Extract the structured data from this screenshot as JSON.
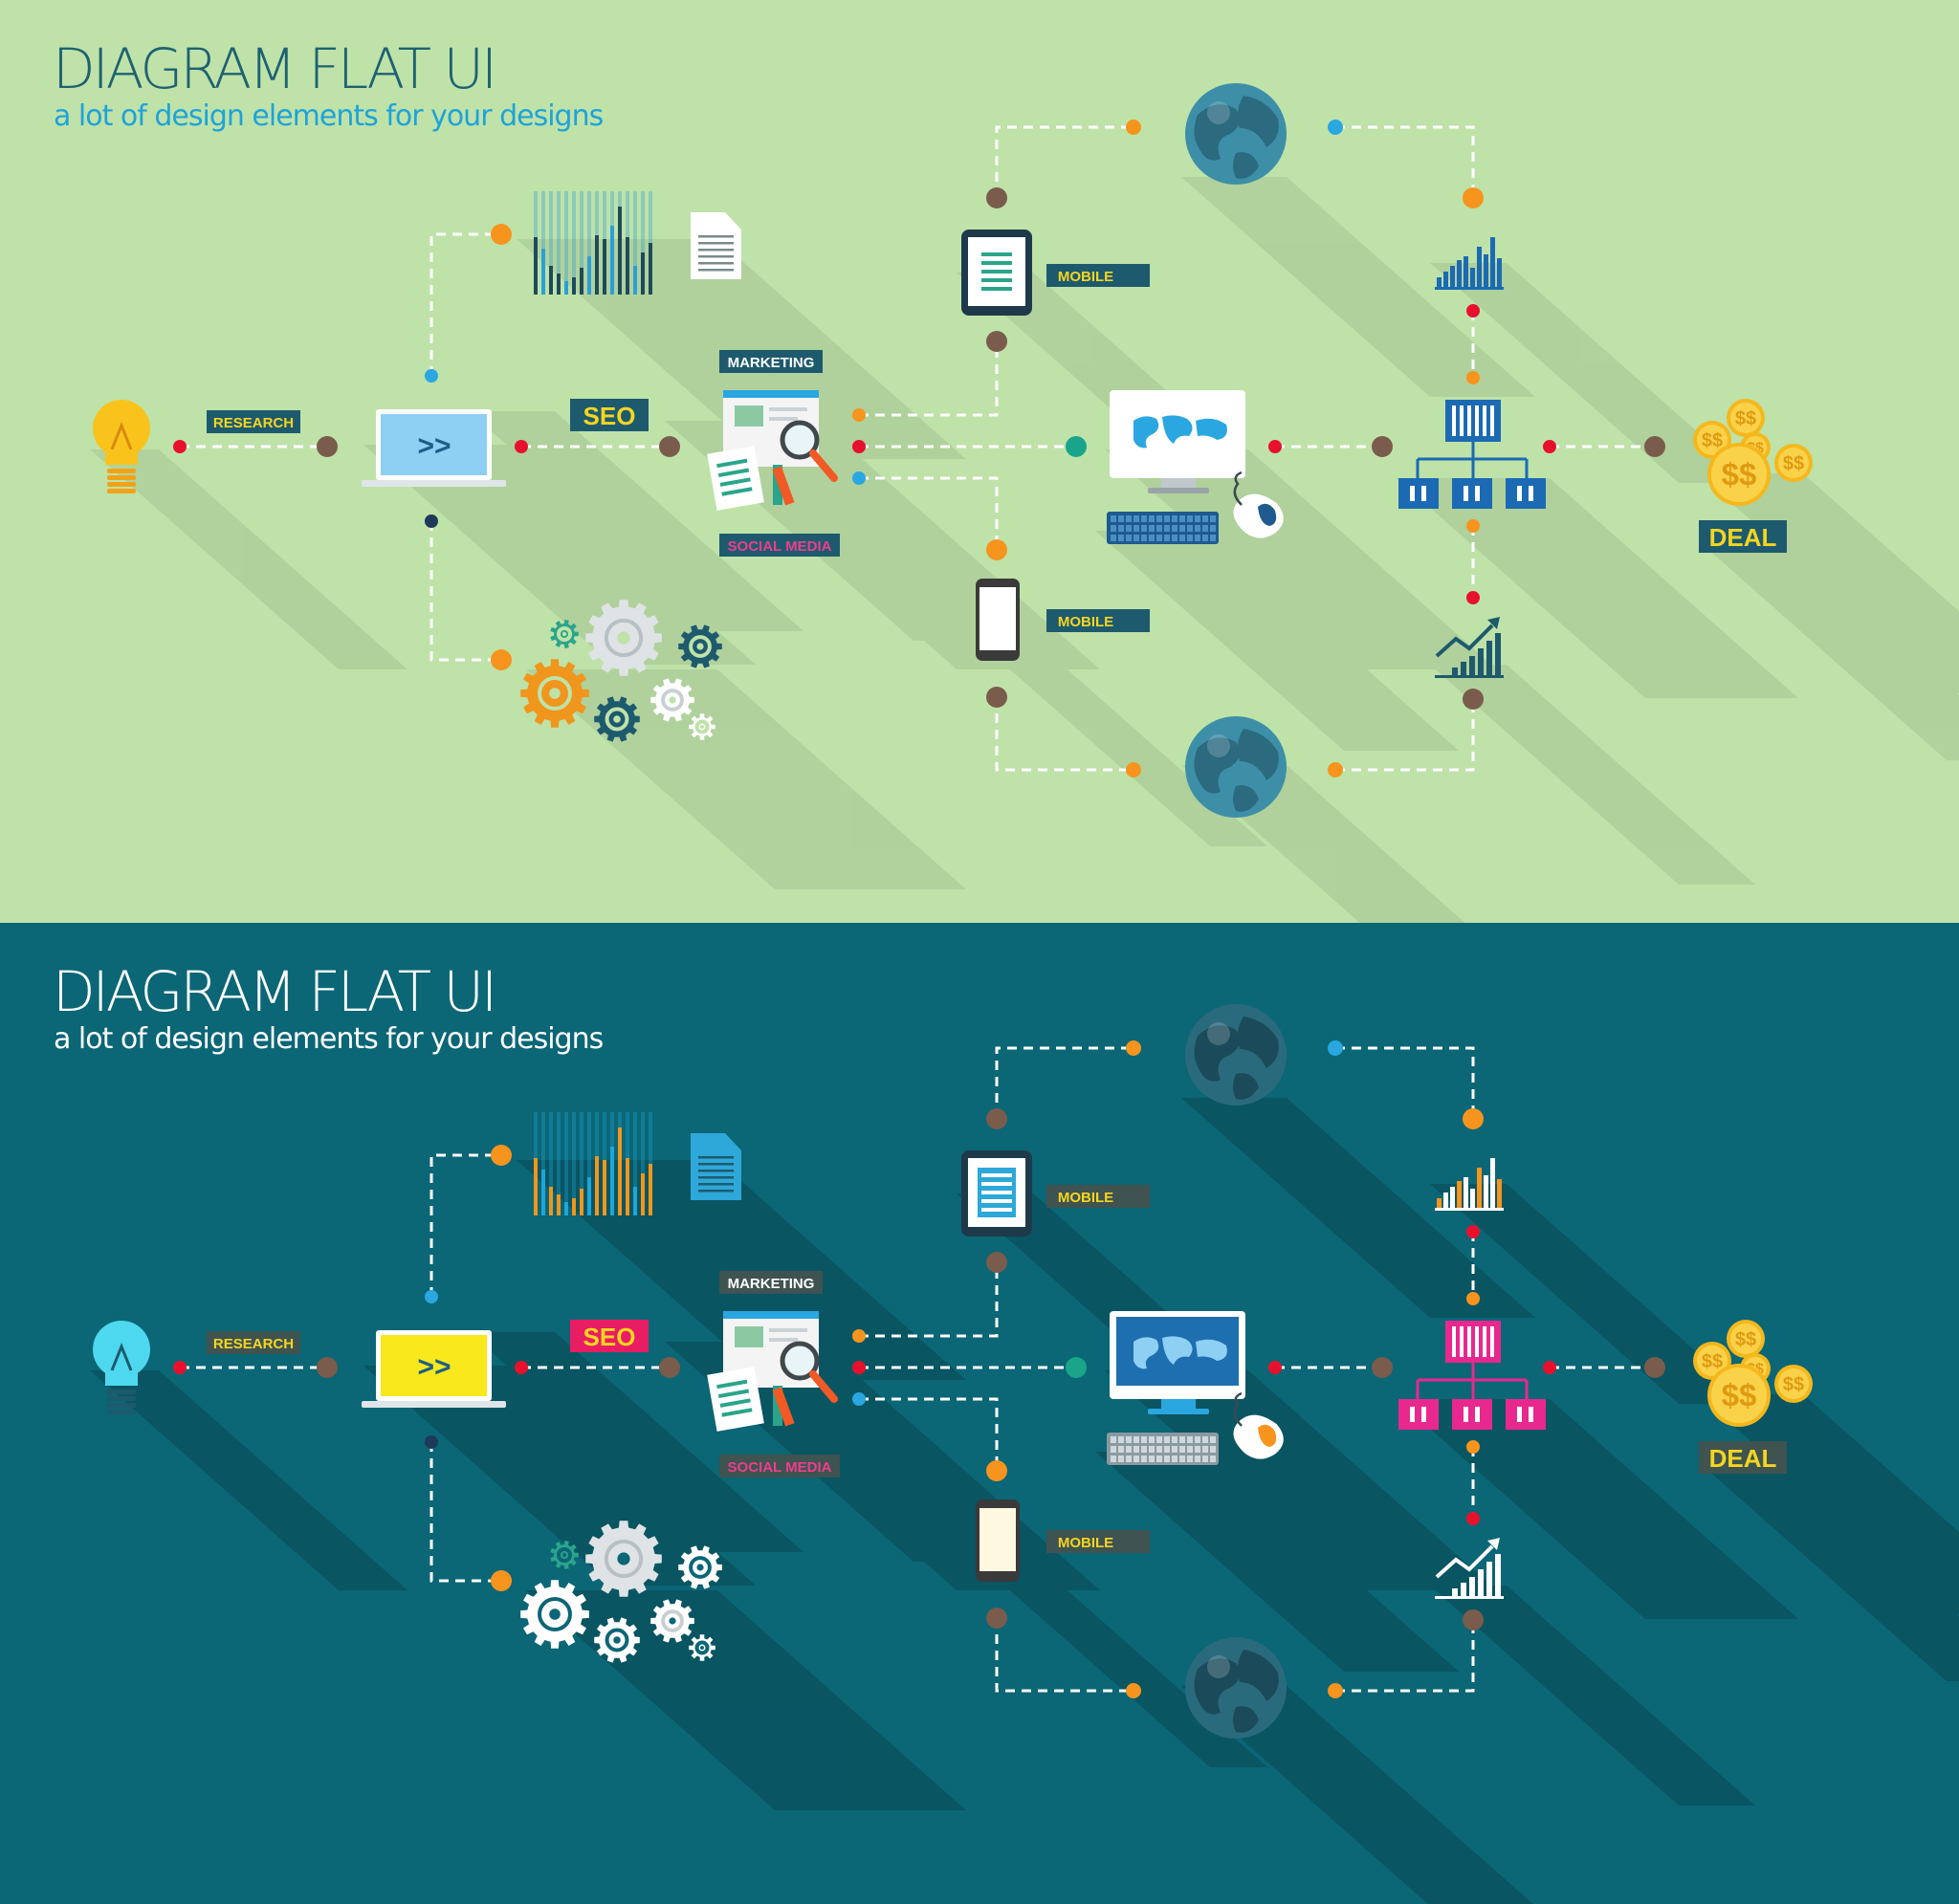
{
  "header": {
    "title": "DIAGRAM FLAT UI",
    "subtitle": "a lot of design elements for your designs"
  },
  "labels": {
    "research": "RESEARCH",
    "seo": "SEO",
    "marketing": "MARKETING",
    "social_media": "SOCIAL MEDIA",
    "mobile": "MOBILE",
    "deal": "DEAL",
    "laptop_prompt": ">>",
    "coin_symbol": "$$"
  },
  "icons": [
    "lightbulb-icon",
    "laptop-icon",
    "bar-chart-icon",
    "document-icon",
    "gears-icon",
    "marketing-page-icon",
    "tablet-icon",
    "smartphone-icon",
    "globe-icon",
    "desktop-monitor-icon",
    "keyboard-icon",
    "mouse-icon",
    "org-chart-icon",
    "growth-chart-icon",
    "coins-icon"
  ],
  "themes": [
    {
      "name": "light",
      "bg": "#bfe2a9",
      "label_bg": "#1e5a6e",
      "label_text": "#f5d520",
      "seo_bg": "#1e5a6e",
      "seo_text": "#f5d520",
      "social_text": "#ee3d8d",
      "bulb": "#f9c31c",
      "laptop_screen": "#8ecff4",
      "laptop_prompt": "#1b5f87",
      "org_color": "#1b6ab3",
      "chart_color": "#1b6ab3",
      "bars_main": "#1e4b5c",
      "bars_accent": "#2b9fd8",
      "doc_color": "#ffffff",
      "gear_accent": "#f0961c",
      "gear_main": "#1e5a6e",
      "gear_light": "#ffffff",
      "monitor_screen": "#ffffff",
      "phone_screen": "#ffffff",
      "globe_land": "#2b6a7f",
      "globe_sea": "#3d8fa8"
    },
    {
      "name": "dark",
      "bg": "#0b6676",
      "label_bg": "#3f5350",
      "label_text": "#f5d520",
      "seo_bg": "#e81d63",
      "seo_text": "#f5d520",
      "social_text": "#ee3d8d",
      "bulb": "#4ed8ef",
      "laptop_screen": "#f8e81c",
      "laptop_prompt": "#1b5f87",
      "org_color": "#e8288f",
      "chart_color": "#ffffff",
      "bars_main": "#f0961c",
      "bars_accent": "#1ea6d6",
      "doc_color": "#2da8d8",
      "gear_accent": "#ffffff",
      "gear_main": "#ffffff",
      "gear_light": "#ffffff",
      "monitor_screen": "#1e6fb0",
      "phone_screen": "#fff8e0",
      "globe_land": "#1b4b5a",
      "globe_sea": "#2a6a7d"
    }
  ]
}
